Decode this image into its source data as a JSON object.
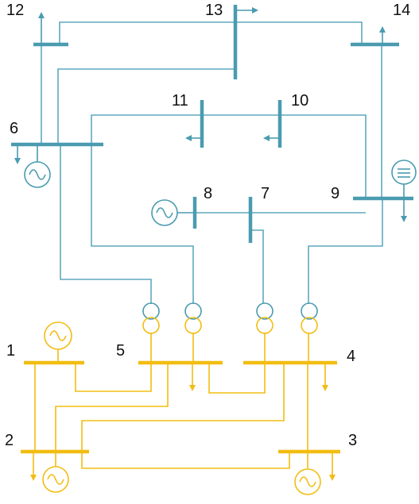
{
  "colors": {
    "hv_bus": "#4a9bb0",
    "hv_line": "#5fa8bf",
    "lv_bus": "#f2bd12",
    "lv_line": "#f2bd12"
  },
  "buses": {
    "b1": "1",
    "b2": "2",
    "b3": "3",
    "b4": "4",
    "b5": "5",
    "b6": "6",
    "b7": "7",
    "b8": "8",
    "b9": "9",
    "b10": "10",
    "b11": "11",
    "b12": "12",
    "b13": "13",
    "b14": "14"
  },
  "icons": {
    "generator": "generator-icon",
    "condenser": "synchronous-condenser-icon",
    "load": "load-arrow-icon",
    "transformer": "transformer-icon"
  }
}
